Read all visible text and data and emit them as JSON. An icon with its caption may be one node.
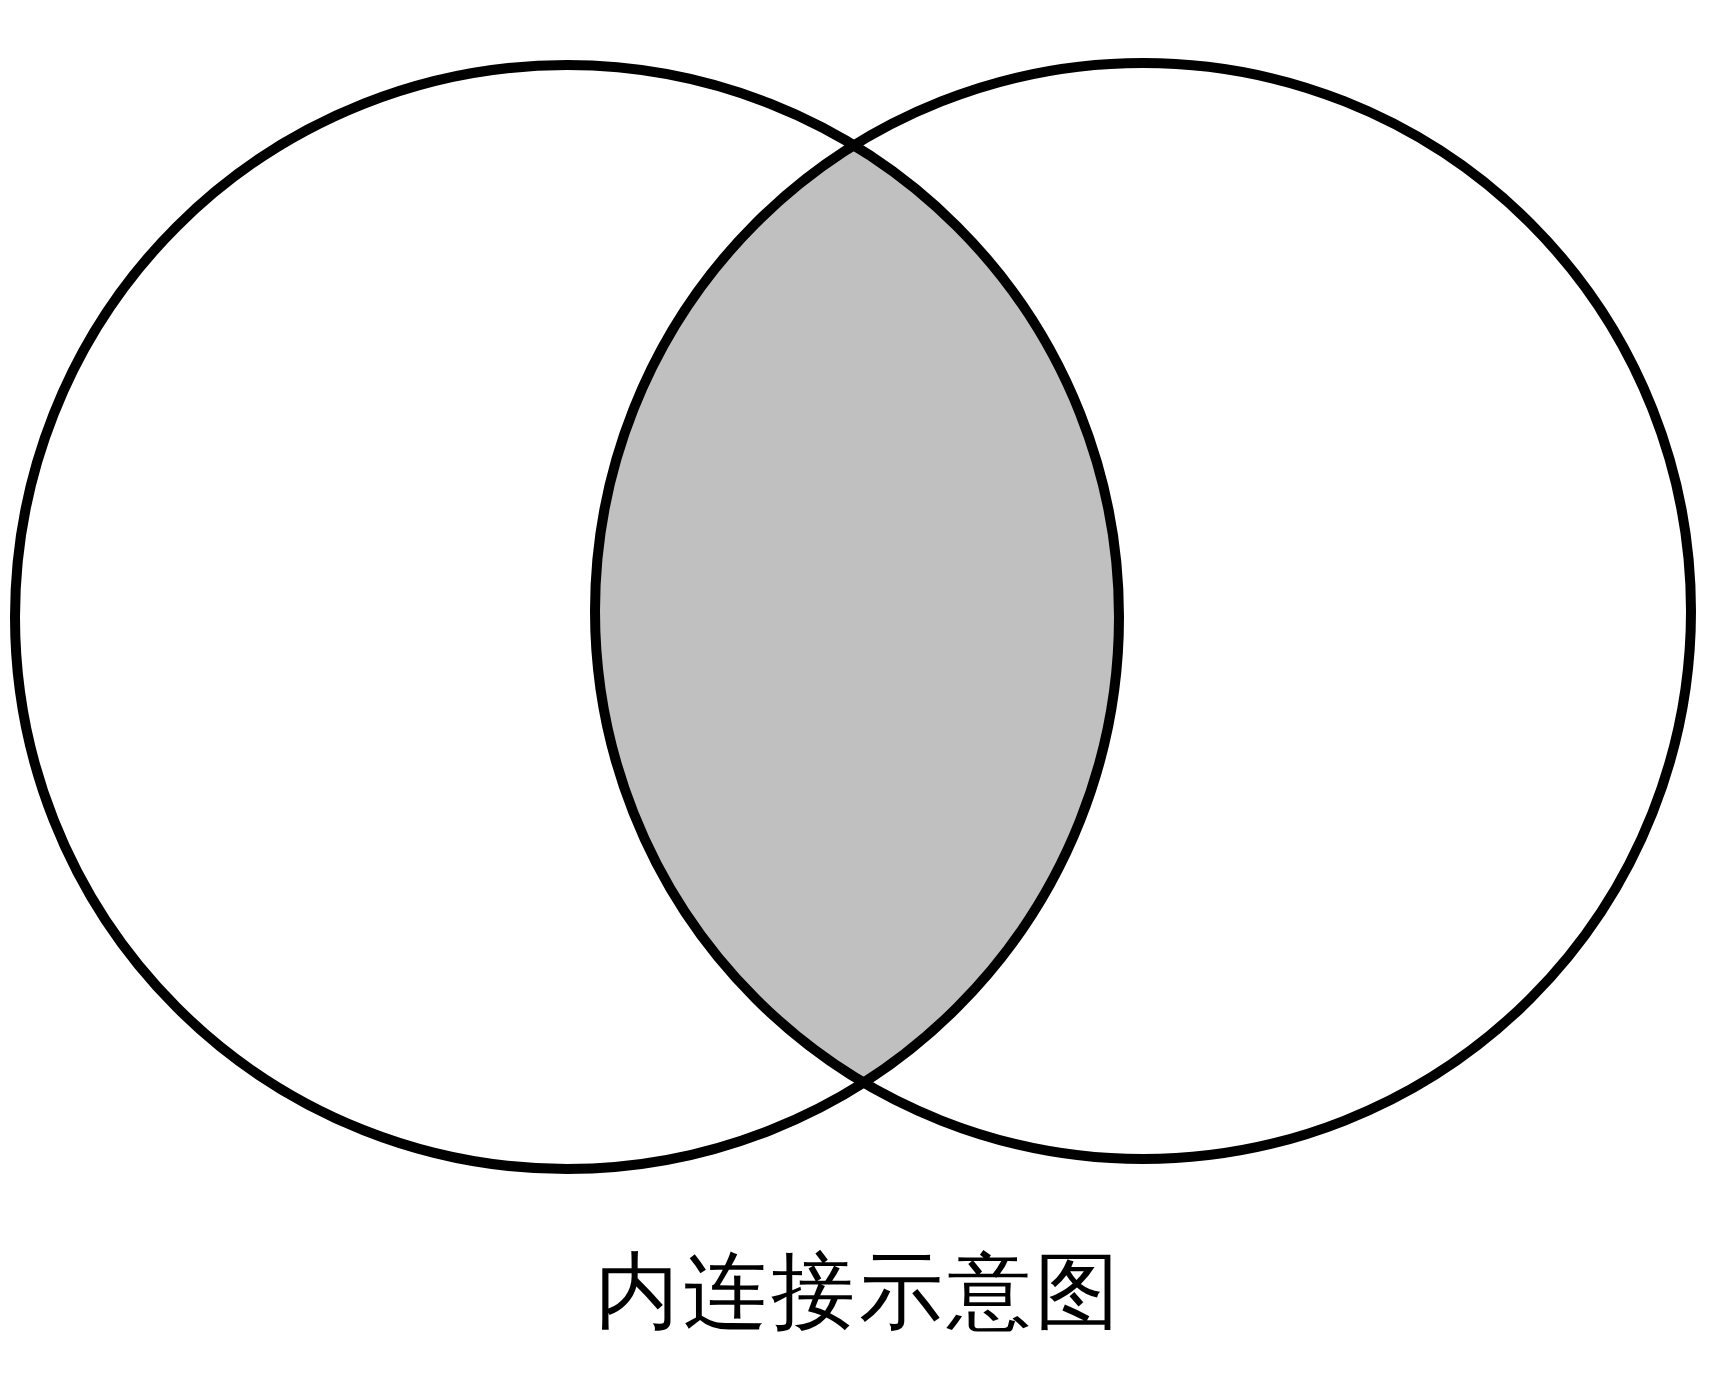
{
  "diagram": {
    "caption": "内连接示意图",
    "nodes": [
      {
        "text": [],
        "shape": "circle"
      },
      {
        "text": [],
        "shape": "circle"
      },
      {
        "text": [],
        "shape": "lens"
      }
    ]
  }
}
